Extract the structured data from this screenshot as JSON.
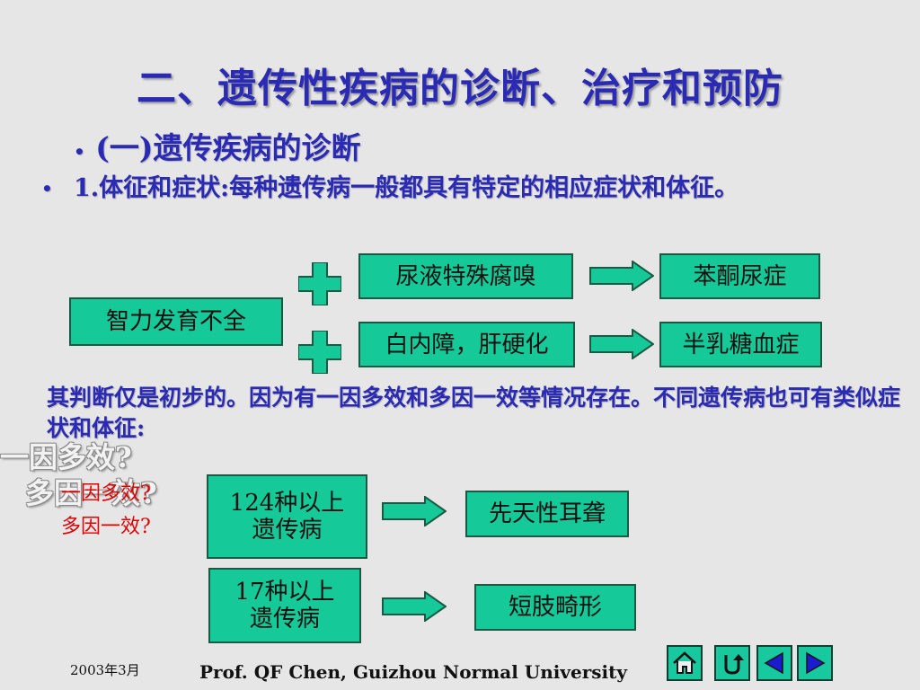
{
  "slide": {
    "title": "二、遗传性疾病的诊断、治疗和预防",
    "bullets": [
      {
        "marker": "•",
        "text": "(一)遗传疾病的诊断"
      },
      {
        "marker": "•",
        "text": "1.体征和症状:每种遗传病一般都具有特定的相应症状和体征。"
      }
    ],
    "diagram1": {
      "main_box": "智力发育不全",
      "rows": [
        {
          "sign": "尿液特殊腐嗅",
          "disease": "苯酮尿症"
        },
        {
          "sign": "白内障，肝硬化",
          "disease": "半乳糖血症"
        }
      ]
    },
    "judgment_text": "其判断仅是初步的。因为有一因多效和多因一效等情况存在。不同遗传病也可有类似症状和体征:",
    "outline_labels": [
      "一因多效?",
      "多因一效?"
    ],
    "red_labels": [
      "一因多效?",
      "多因一效?"
    ],
    "diagram2": [
      {
        "count_box": "124种以上遗传病",
        "result": "先天性耳聋"
      },
      {
        "count_box": "17种以上遗传病",
        "result": "短肢畸形"
      }
    ],
    "footer": {
      "date": "2003年3月",
      "credit": "Prof. QF Chen, Guizhou Normal University"
    },
    "nav_buttons": [
      "home-icon",
      "return-icon",
      "previous-icon",
      "next-icon"
    ],
    "colors": {
      "title": "#2a2ab4",
      "box_fill": "#16c999",
      "background": "#e6e6e6",
      "red": "#e00000"
    }
  }
}
